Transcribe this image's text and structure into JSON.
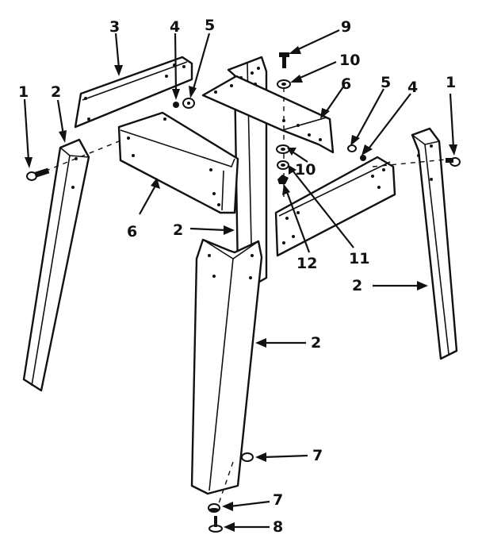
{
  "diagram": {
    "callouts": {
      "c1_left": "1",
      "c2_left": "2",
      "c3": "3",
      "c4_left": "4",
      "c5_left": "5",
      "c9": "9",
      "c10_top": "10",
      "c6_top": "6",
      "c5_right": "5",
      "c4_right": "4",
      "c1_right": "1",
      "c10_mid": "10",
      "c6_left": "6",
      "c2_center": "2",
      "c12": "12",
      "c11": "11",
      "c2_right": "2",
      "c2_front": "2",
      "c7_upper": "7",
      "c7_lower": "7",
      "c8": "8"
    }
  }
}
